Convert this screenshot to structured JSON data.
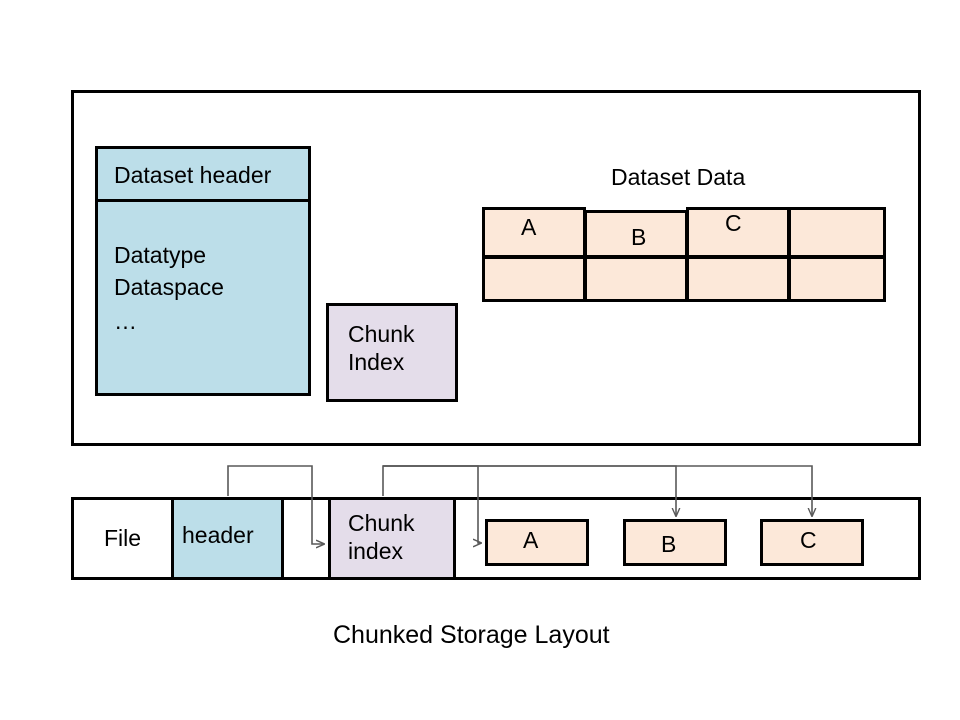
{
  "diagram": {
    "caption": "Chunked Storage Layout",
    "colors": {
      "header_blue": "#bcdee9",
      "index_lavender": "#e4ddea",
      "data_peach": "#fce8d9",
      "stroke": "#000000",
      "arrow": "#595959",
      "background": "#ffffff"
    }
  },
  "dataset": {
    "header_title": "Dataset header",
    "header_details": [
      "Datatype",
      "Dataspace",
      "…"
    ],
    "chunk_index_label": "Chunk\nIndex",
    "data_title": "Dataset Data",
    "data_table": {
      "type": "table",
      "rows": [
        [
          "A",
          "B",
          "C",
          ""
        ],
        [
          "",
          "",
          "",
          ""
        ]
      ]
    }
  },
  "file_row": {
    "file_label": "File",
    "header_label": "header",
    "chunk_index_label": "Chunk\nindex",
    "chunks": [
      {
        "label": "A"
      },
      {
        "label": "B"
      },
      {
        "label": "C"
      }
    ]
  }
}
